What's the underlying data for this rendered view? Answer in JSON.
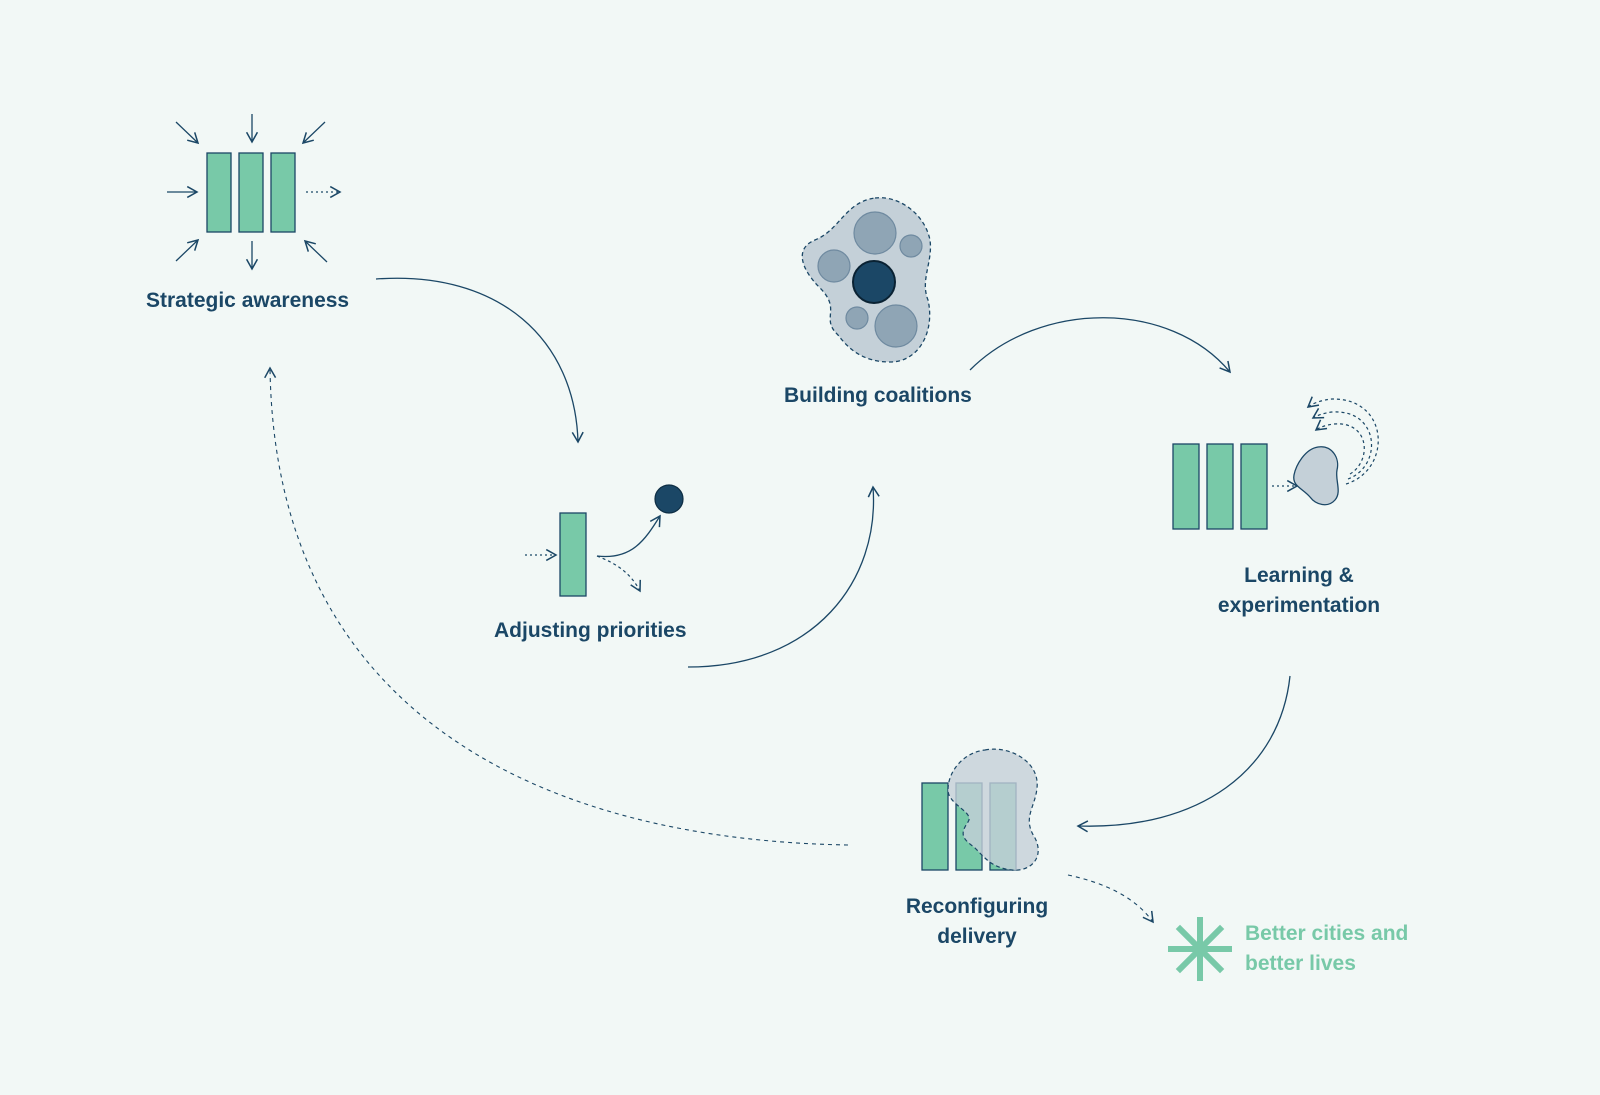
{
  "stages": {
    "strategic_awareness": "Strategic awareness",
    "adjusting_priorities": "Adjusting priorities",
    "building_coalitions": "Building coalitions",
    "learning": {
      "line1": "Learning &",
      "line2": "experimentation"
    },
    "reconfiguring": {
      "line1": "Reconfiguring",
      "line2": "delivery"
    }
  },
  "outcome": {
    "line1": "Better cities and",
    "line2": "better lives"
  },
  "colors": {
    "background": "#f2f8f6",
    "navy": "#1b4766",
    "green_fill": "#78c9a8",
    "grey_fill": "#c4d0d8",
    "circle_fill": "#8fa5b5"
  }
}
